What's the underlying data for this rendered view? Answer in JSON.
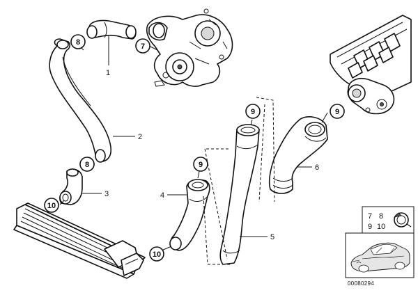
{
  "part_labels": {
    "p1": "1",
    "p2": "2",
    "p3": "3",
    "p4": "4",
    "p5": "5",
    "p6": "6"
  },
  "callouts": {
    "c8_top": "8",
    "c7_turbo": "7",
    "c8_mid": "8",
    "c10_left": "10",
    "c9_hose4": "9",
    "c9_hose5": "9",
    "c9_hose6": "9",
    "c10_bottom": "10"
  },
  "kit_legend": {
    "r1c1": "7",
    "r1c2": "8",
    "r2c1": "9",
    "r2c2": "10"
  },
  "document_number": "00080294"
}
